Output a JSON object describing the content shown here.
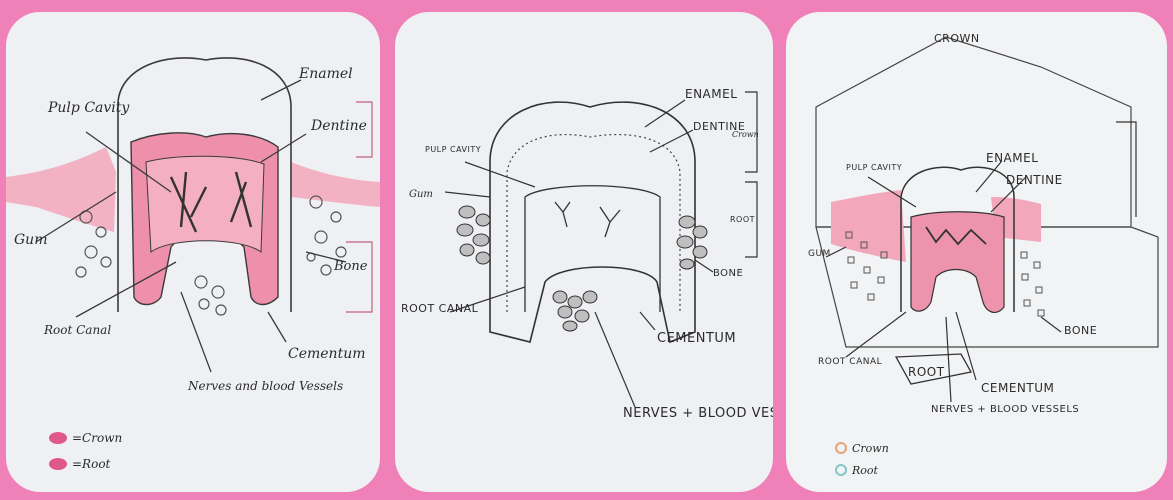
{
  "panels": [
    {
      "labels": {
        "enamel": "Enamel",
        "pulp_cavity": "Pulp Cavity",
        "dentine": "Dentine",
        "gum": "Gum",
        "bone": "Bone",
        "root_canal": "Root Canal",
        "cementum": "Cementum",
        "nerves": "Nerves and blood Vessels"
      },
      "legend": [
        {
          "text": "=Crown",
          "color": "#e0588a"
        },
        {
          "text": "=Root",
          "color": "#e0588a"
        }
      ]
    },
    {
      "labels": {
        "enamel": "ENAMEL",
        "dentine": "DENTINE",
        "pulp_cavity": "PULP CAVITY",
        "gum": "Gum",
        "crown": "Crown",
        "root": "ROOT",
        "bone": "BONE",
        "root_canal": "ROOT CANAL",
        "cementum": "CEMENTUM",
        "nerves": "NERVES + BLOOD VESSLS"
      }
    },
    {
      "labels": {
        "crown": "CROWN",
        "pulp_cavity": "PULP CAVITY",
        "enamel": "ENAMEL",
        "dentine": "DENTINE",
        "gum": "GUM",
        "bone": "BONE",
        "root_canal": "ROOT CANAL",
        "root": "ROOT",
        "cementum": "CEMENTUM",
        "nerves": "NERVES + BLOOD VESSELS"
      },
      "legend": [
        {
          "text": "Crown",
          "color": "#e8a27a"
        },
        {
          "text": "Root",
          "color": "#7fc9c9"
        }
      ]
    }
  ],
  "colors": {
    "background": "#f080b8",
    "paper": "#eef0f3",
    "pink_fill": "#ef9cb4",
    "pencil": "#3a3a3a"
  }
}
